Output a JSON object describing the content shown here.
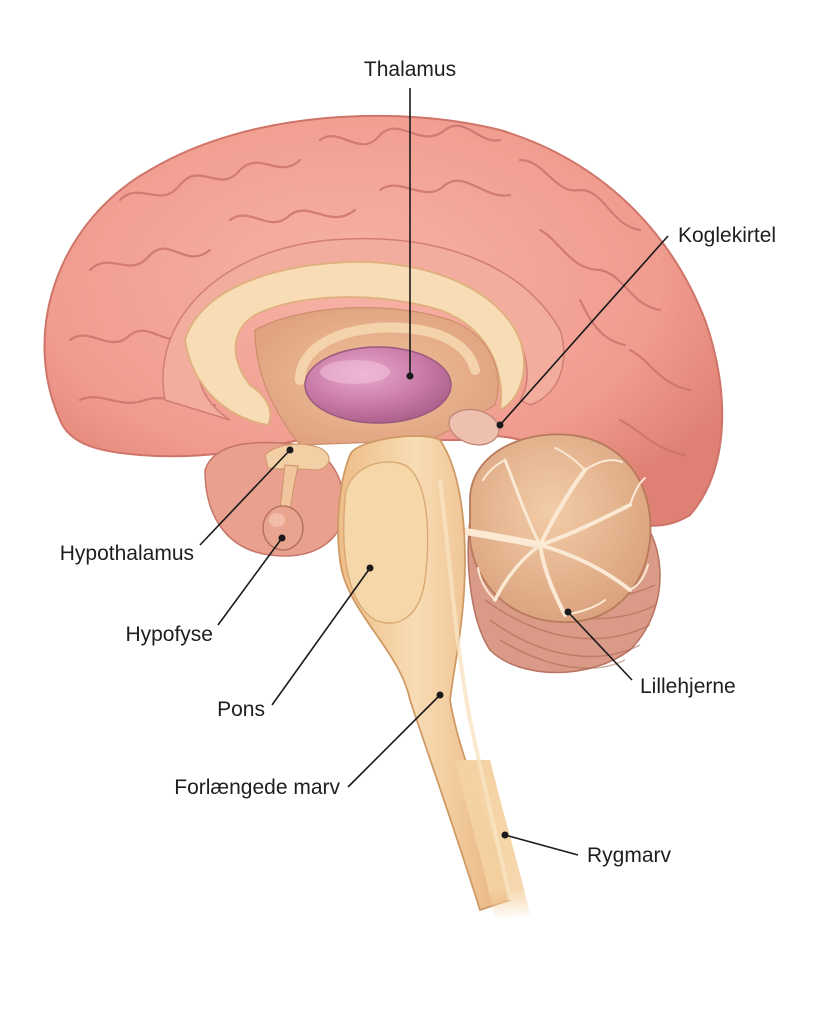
{
  "labels": {
    "thalamus": "Thalamus",
    "koglekirtel": "Koglekirtel",
    "hypothalamus": "Hypothalamus",
    "hypofyse": "Hypofyse",
    "pons": "Pons",
    "lillehjerne": "Lillehjerne",
    "forlaengede_marv": "Forlængede marv",
    "rygmarv": "Rygmarv"
  },
  "colors": {
    "cortex": "#f2a497",
    "cortex_shadow": "#e08479",
    "corpus_callosum": "#f8dcb6",
    "thalamus": "#c97aa6",
    "brainstem": "#f3cfa0",
    "cerebellum": "#e9b792",
    "cerebellum_lower": "#d99a88"
  }
}
